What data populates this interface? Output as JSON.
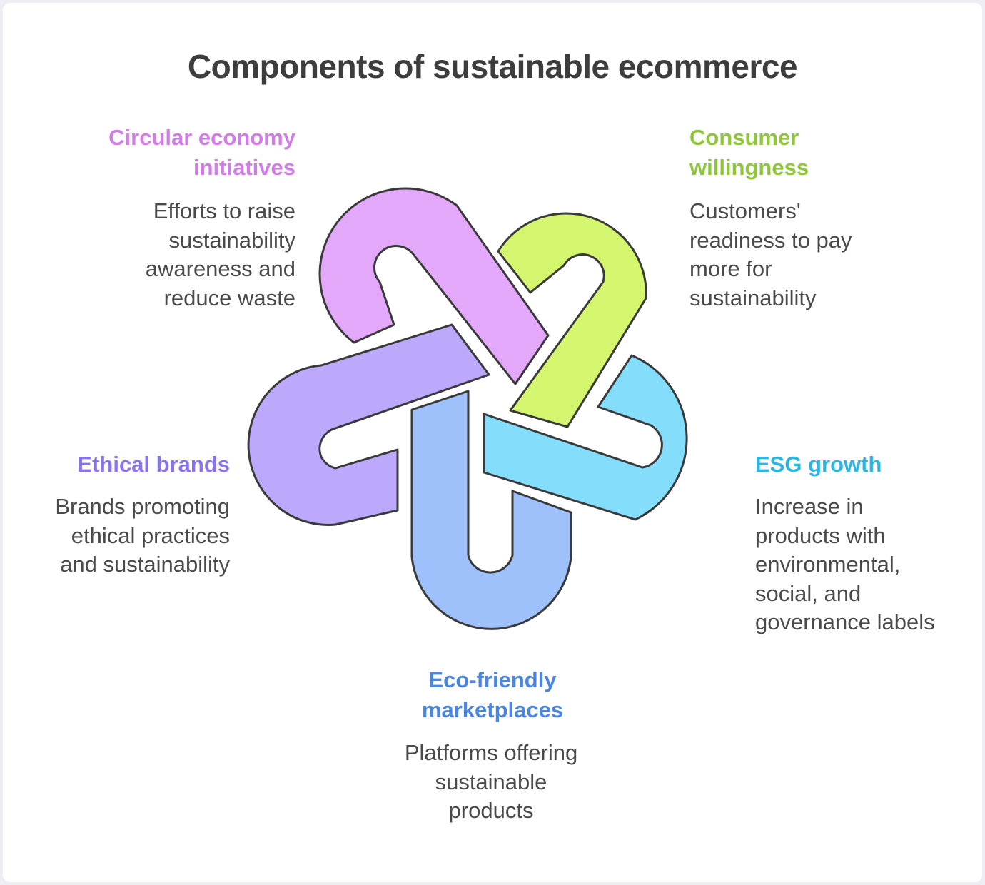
{
  "title": "Components of sustainable ecommerce",
  "components": [
    {
      "heading_lines": [
        "Circular economy",
        "initiatives"
      ],
      "desc_lines": [
        "Efforts to raise",
        "sustainability",
        "awareness and",
        "reduce waste"
      ],
      "color": "#d27ce8",
      "fill": "#e4a8fb"
    },
    {
      "heading_lines": [
        "Consumer",
        "willingness"
      ],
      "desc_lines": [
        "Customers'",
        "readiness to pay",
        "more for",
        "sustainability"
      ],
      "color": "#8fc63a",
      "fill": "#d4f56e"
    },
    {
      "heading_lines": [
        "ESG growth"
      ],
      "desc_lines": [
        "Increase in",
        "products with",
        "environmental,",
        "social, and",
        "governance labels"
      ],
      "color": "#2ab6e0",
      "fill": "#83ddfb"
    },
    {
      "heading_lines": [
        "Eco-friendly",
        "marketplaces"
      ],
      "desc_lines": [
        "Platforms offering",
        "sustainable",
        "products"
      ],
      "color": "#4a86e0",
      "fill": "#9ec0fb"
    },
    {
      "heading_lines": [
        "Ethical brands"
      ],
      "desc_lines": [
        "Brands promoting",
        "ethical practices",
        "and sustainability"
      ],
      "color": "#8a72ea",
      "fill": "#bca9fc"
    }
  ],
  "outline_color": "#3a3a3a"
}
